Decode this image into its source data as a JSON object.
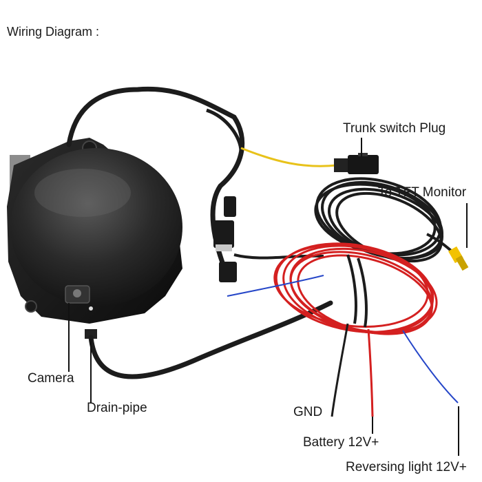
{
  "title": "Wiring Diagram :",
  "labels": {
    "trunk_switch_plug": "Trunk switch Plug",
    "to_tft_monitor": "To TFT Monitor",
    "camera": "Camera",
    "drain_pipe": "Drain-pipe",
    "gnd": "GND",
    "battery": "Battery 12V+",
    "reversing_light": "Reversing light 12V+"
  },
  "colors": {
    "cable_black": "#1c1c1c",
    "wire_red": "#d42020",
    "wire_yellow": "#e8c21a",
    "wire_blue": "#2546c8",
    "rca_yellow": "#f2c200",
    "leader_line": "#111111"
  }
}
